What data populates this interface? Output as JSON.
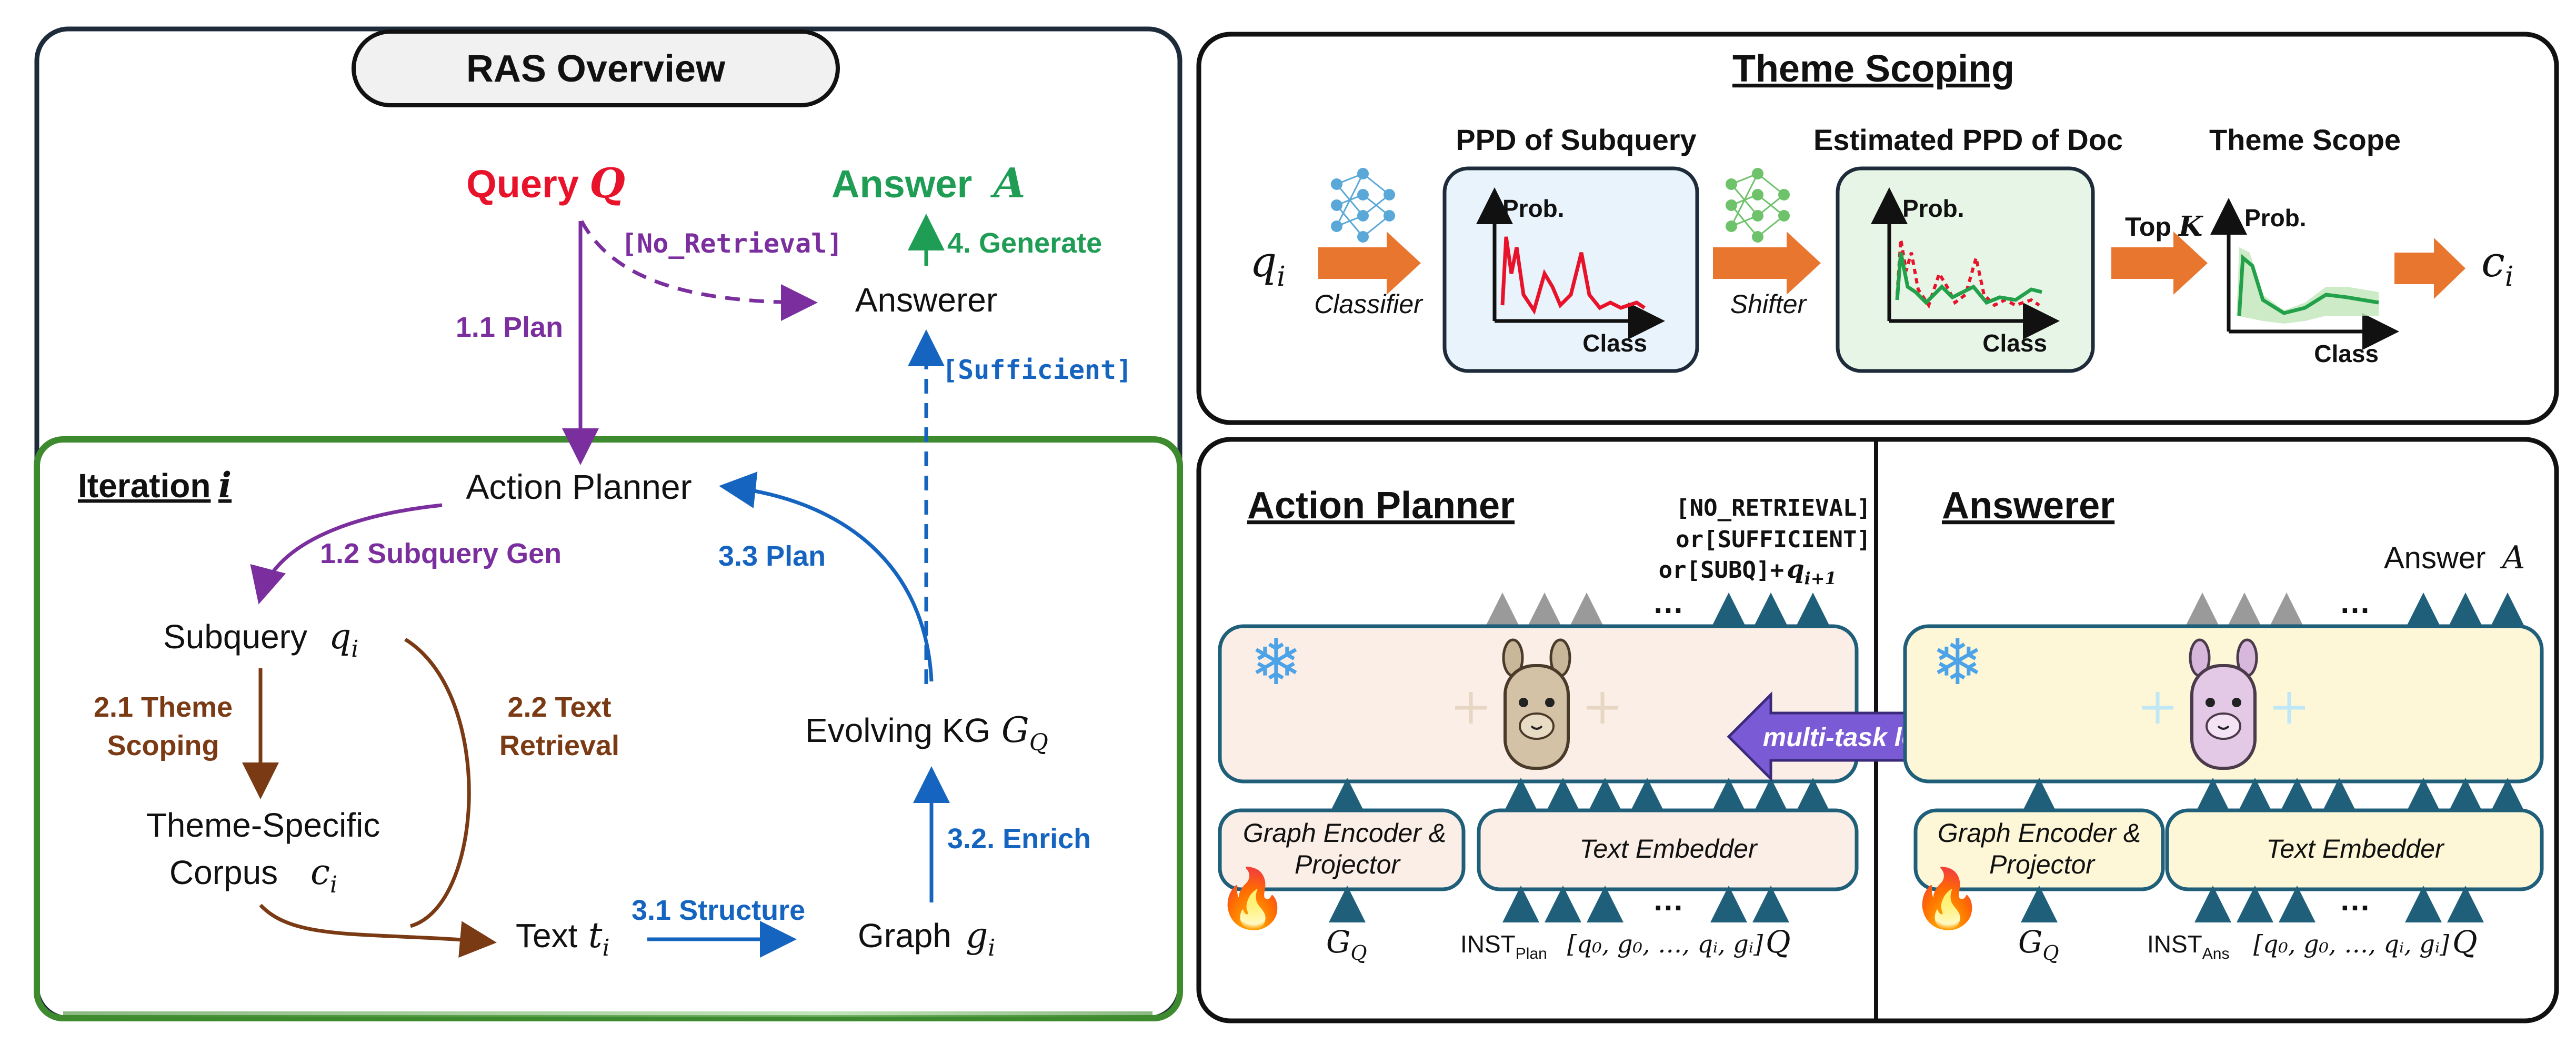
{
  "colors": {
    "query_red": "#e8132a",
    "answer_green": "#1f9d55",
    "plan_purple": "#7b2f9e",
    "retrieval_brown": "#7a3a14",
    "kg_blue": "#1565c0",
    "iteration_green": "#3e8a2f",
    "panel_border": "#1d2b3a",
    "orange_arrow": "#e8762f",
    "ppd_blue_fill": "#e8f3fb",
    "ppd_green_fill": "#e6f5e6",
    "llm_pink": "#fbeee6",
    "llm_yellow": "#fdf7d8",
    "badge_purple": "#7b5ad6"
  },
  "overview": {
    "title": "RAS Overview",
    "query": "Query",
    "query_var": "Q",
    "answer": "Answer",
    "answer_var": "A",
    "no_retrieval": "[No_Retrieval]",
    "generate": "4. Generate",
    "answerer": "Answerer",
    "plan": "1.1 Plan",
    "sufficient": "[Sufficient]",
    "iteration": "Iteration",
    "iteration_var": "i",
    "action_planner": "Action Planner",
    "subquery_gen": "1.2 Subquery Gen",
    "kg_plan": "3.3 Plan",
    "subquery": "Subquery",
    "subquery_var": "q",
    "subquery_sub": "i",
    "theme_scoping_l1": "2.1 Theme",
    "theme_scoping_l2": "Scoping",
    "text_retrieval_l1": "2.2 Text",
    "text_retrieval_l2": "Retrieval",
    "evolving_kg": "Evolving KG",
    "evolving_kg_var": "G",
    "evolving_kg_sub": "Q",
    "corpus_l1": "Theme-Specific",
    "corpus_l2": "Corpus",
    "corpus_var": "c",
    "corpus_sub": "i",
    "enrich": "3.2. Enrich",
    "structure": "3.1 Structure",
    "text": "Text",
    "text_var": "t",
    "text_sub": "i",
    "graph": "Graph",
    "graph_var": "g",
    "graph_sub": "i"
  },
  "theme_scoping": {
    "title": "Theme Scoping",
    "q_var": "q",
    "q_sub": "i",
    "classifier": "Classifier",
    "ppd_subquery": "PPD of Subquery",
    "shifter": "Shifter",
    "estimated_ppd": "Estimated PPD of Doc",
    "top_k": "Top",
    "top_k_var": "K",
    "theme_scope": "Theme Scope",
    "c_var": "c",
    "c_sub": "i",
    "prob": "Prob.",
    "class": "Class"
  },
  "models": {
    "planner_title": "Action Planner",
    "answerer_title": "Answerer",
    "planner_out_1": "[NO_RETRIEVAL]",
    "planner_out_2": "or[SUFFICIENT]",
    "planner_out_3": "or[SUBQ]+",
    "planner_out_var": "q",
    "planner_out_sub": "i+1",
    "answer_out": "Answer",
    "answer_out_var": "A",
    "multitask": "multi-task learning",
    "graph_encoder_l1": "Graph Encoder &",
    "graph_encoder_l2": "Projector",
    "text_embedder": "Text Embedder",
    "gq_var": "G",
    "gq_sub": "Q",
    "inst": "INST",
    "inst_plan_sub": "Plan",
    "inst_ans_sub": "Ans",
    "sequence": "[q₀, g₀, …, qᵢ, gᵢ]",
    "q_var": "Q",
    "ellipsis": "…",
    "snowflake": "❄",
    "fire": "🔥"
  }
}
